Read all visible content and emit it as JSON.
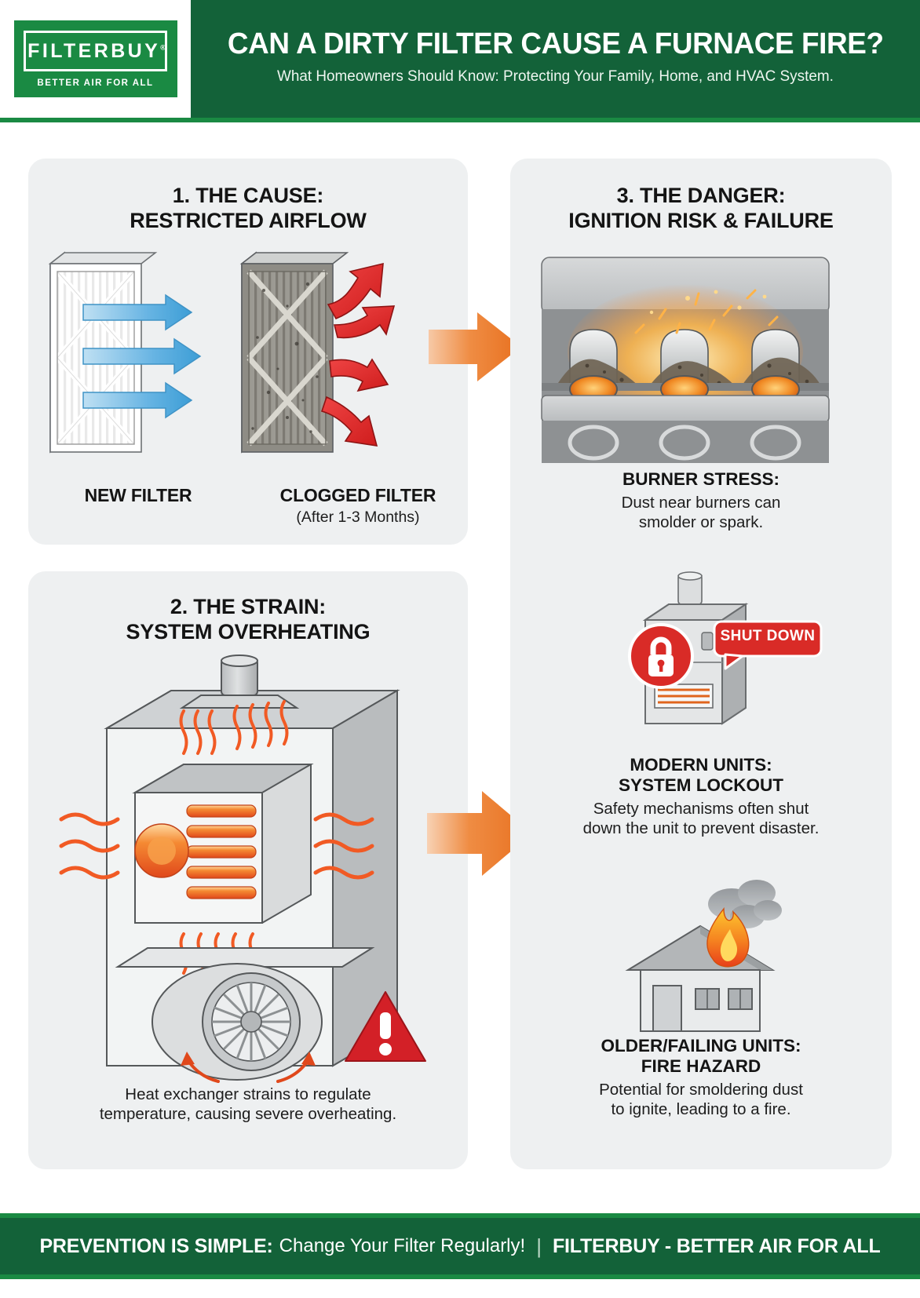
{
  "header": {
    "logo": {
      "brand": "FILTERBUY",
      "tagline": "BETTER AIR FOR ALL",
      "trademark": "®",
      "box_color": "#1a8a43"
    },
    "title": "CAN A DIRTY FILTER CAUSE A FURNACE FIRE?",
    "subtitle": "What Homeowners Should Know: Protecting Your Family, Home, and HVAC System.",
    "bar_color": "#136239"
  },
  "panels": {
    "cause": {
      "title_line1": "1. THE CAUSE:",
      "title_line2": "RESTRICTED AIRFLOW",
      "new_filter_label": "NEW FILTER",
      "clogged_filter_label": "CLOGGED FILTER",
      "clogged_filter_sub": "(After 1-3 Months)",
      "airflow_arrow_color": "#4fa8dd",
      "blocked_arrow_color": "#e0272a"
    },
    "strain": {
      "title_line1": "2. THE STRAIN:",
      "title_line2": "SYSTEM OVERHEATING",
      "caption_line1": "Heat exchanger strains to regulate",
      "caption_line2": "temperature, causing severe overheating.",
      "heat_color": "#f04e23",
      "warning_color": "#d32027"
    },
    "danger": {
      "title_line1": "3. THE DANGER:",
      "title_line2": "IGNITION RISK & FAILURE",
      "burner": {
        "heading": "BURNER STRESS:",
        "line1": "Dust near burners can",
        "line2": "smolder or spark."
      },
      "modern": {
        "badge": "SHUT DOWN",
        "badge_color": "#d92b27",
        "heading_line1": "MODERN UNITS:",
        "heading_line2": "SYSTEM LOCKOUT",
        "line1": "Safety mechanisms often shut",
        "line2": "down the unit to prevent disaster."
      },
      "older": {
        "heading_line1": "OLDER/FAILING UNITS:",
        "heading_line2": "FIRE HAZARD",
        "line1": "Potential for smoldering dust",
        "line2": "to ignite, leading to a fire."
      }
    }
  },
  "flow_arrow_color": "#ed7b31",
  "footer": {
    "bold": "PREVENTION IS SIMPLE:",
    "normal": "Change Your Filter Regularly!",
    "separator": "|",
    "brand": "FILTERBUY - BETTER AIR FOR ALL",
    "bar_color": "#136239"
  }
}
